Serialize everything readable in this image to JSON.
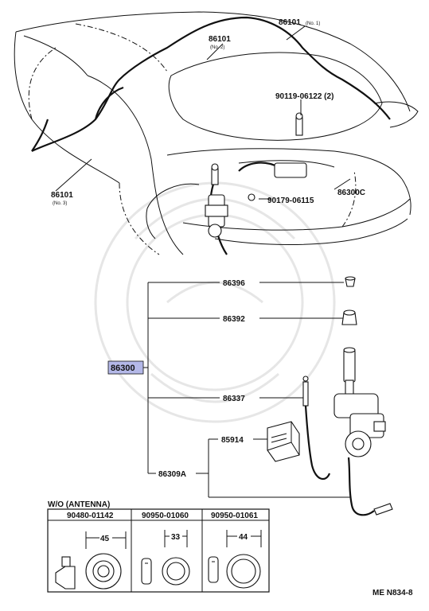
{
  "callouts": {
    "p86101_no1": "86101",
    "p86101_no1_sub": "(No. 1)",
    "p86101_no2": "86101",
    "p86101_no2_sub": "(No. 2)",
    "p86101_no3": "86101",
    "p86101_no3_sub": "(No. 3)",
    "p90119": "90119-06122 (2)",
    "p90179": "90179-06115",
    "p86300c": "86300C",
    "p86396": "86396",
    "p86392": "86392",
    "p86300": "86300",
    "p86337": "86337",
    "p85914": "85914",
    "p86309a": "86309A"
  },
  "wo_table": {
    "title": "W/O (ANTENNA)",
    "columns": [
      {
        "part": "90480-01142",
        "dim": "45"
      },
      {
        "part": "90950-01060",
        "dim": "33"
      },
      {
        "part": "90950-01061",
        "dim": "44"
      }
    ]
  },
  "footer": {
    "code": "ME N834-8"
  },
  "colors": {
    "highlight": "#b4b8e8",
    "line": "#111111"
  }
}
